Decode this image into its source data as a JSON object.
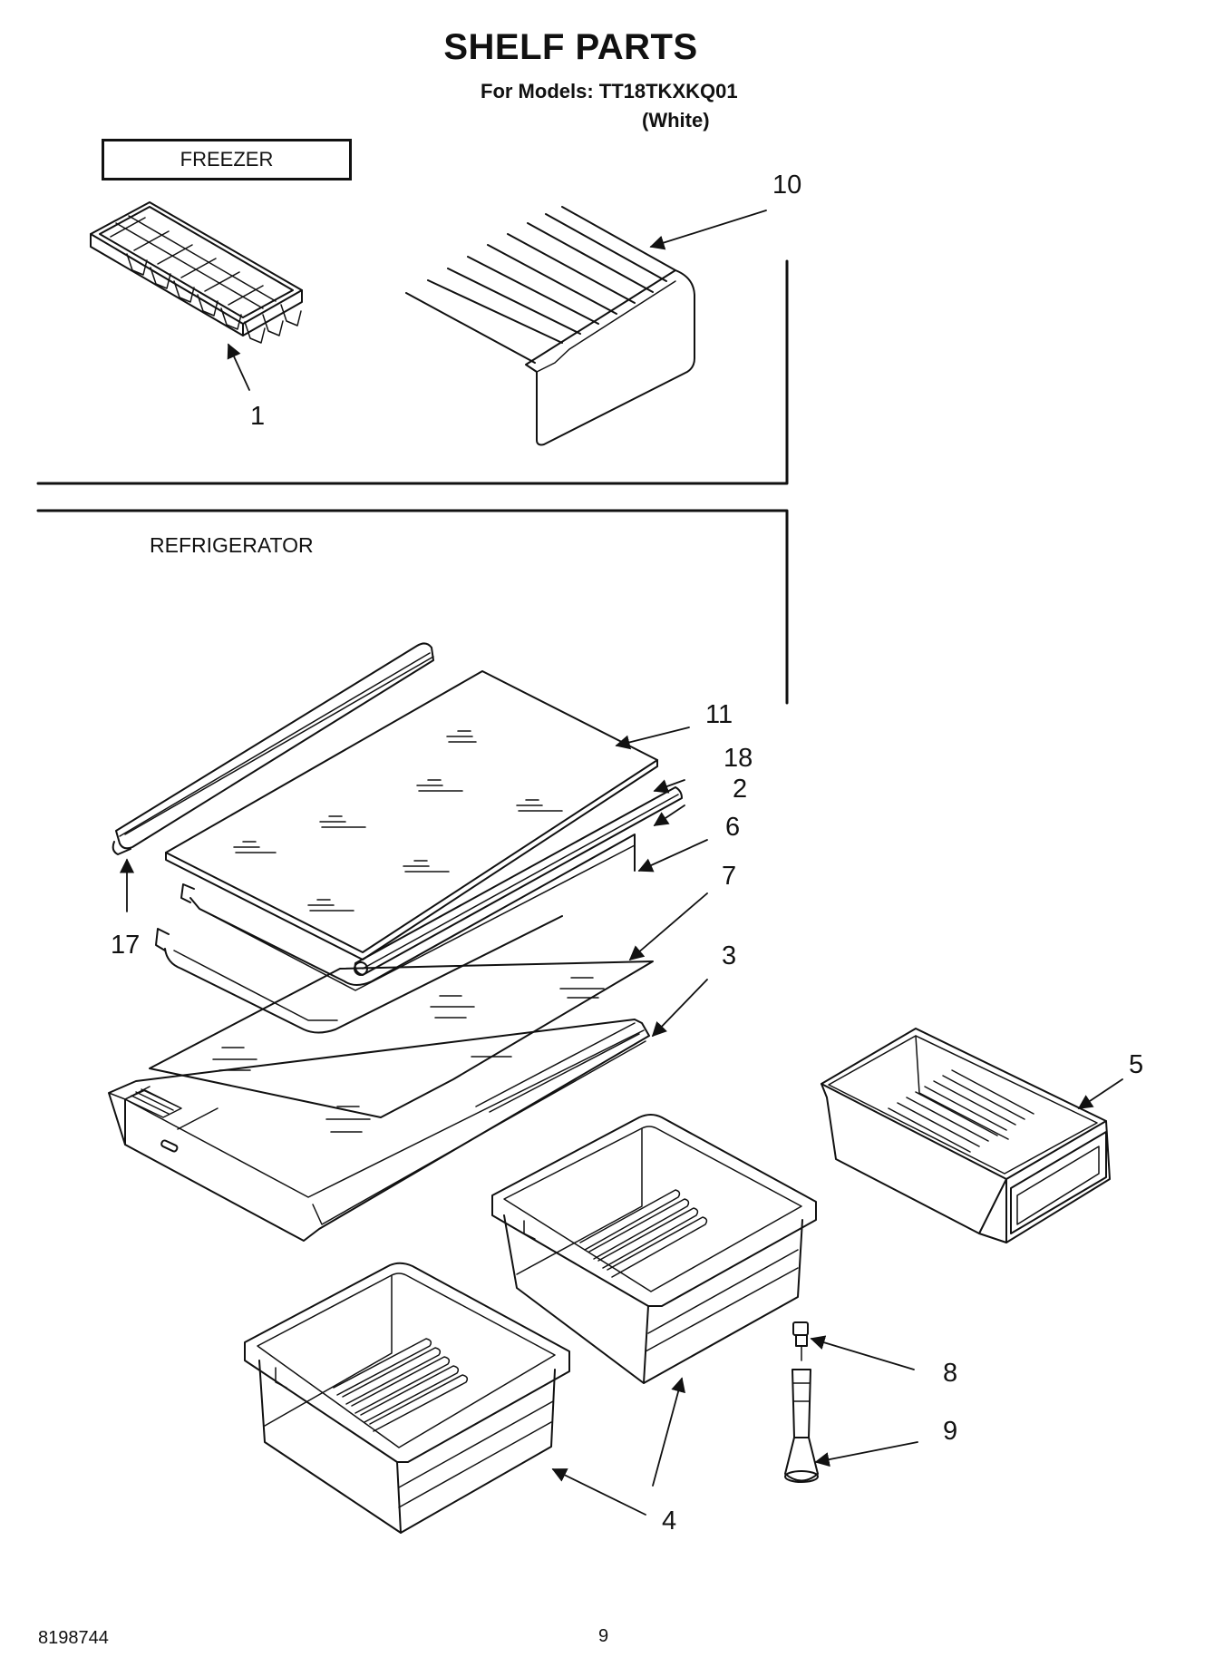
{
  "title": "SHELF PARTS",
  "models_line": "For Models: TT18TKXKQ01",
  "color_line": "(White)",
  "sections": {
    "freezer": "FREEZER",
    "refrigerator": "REFRIGERATOR"
  },
  "callouts": {
    "p1": "1",
    "p10": "10",
    "p11": "11",
    "p18": "18",
    "p2": "2",
    "p6": "6",
    "p7": "7",
    "p17": "17",
    "p3": "3",
    "p5": "5",
    "p8": "8",
    "p9": "9",
    "p4": "4"
  },
  "footer": {
    "doc_number": "8198744",
    "page_number": "9"
  }
}
